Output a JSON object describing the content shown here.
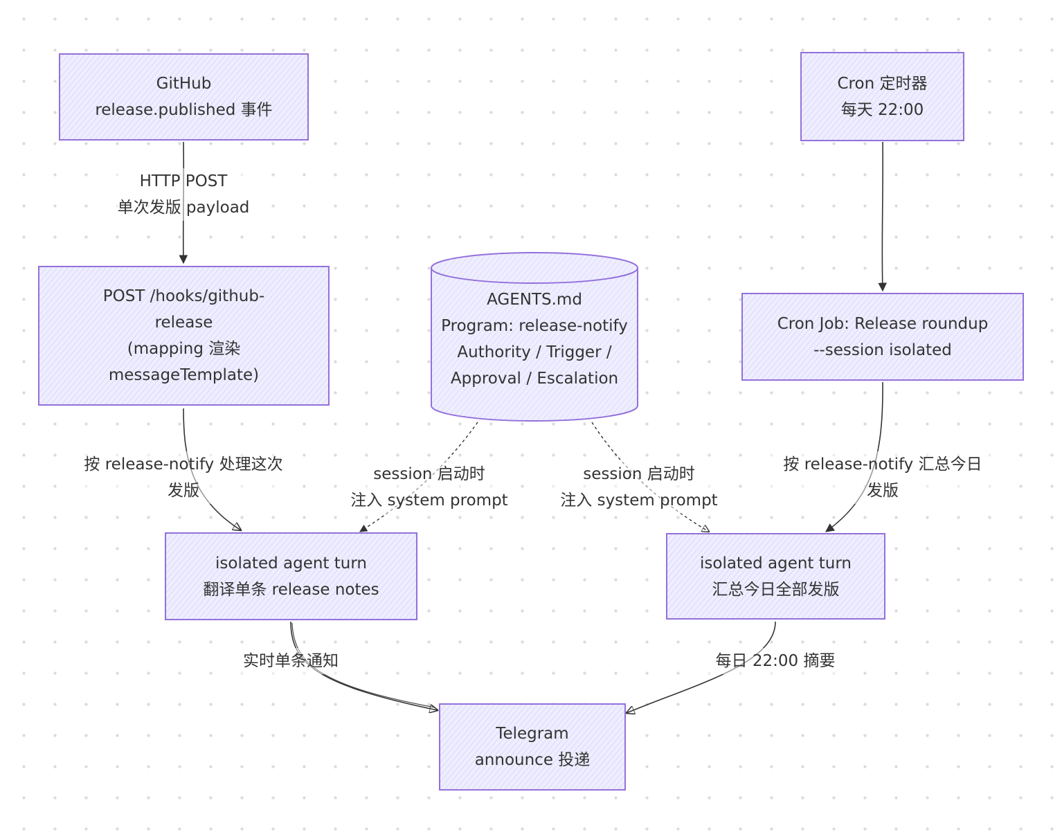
{
  "nodes": {
    "github": {
      "lines": [
        "GitHub",
        "release.published 事件"
      ]
    },
    "cron": {
      "lines": [
        "Cron 定时器",
        "每天 22:00"
      ]
    },
    "hook": {
      "lines": [
        "POST /hooks/github-",
        "release",
        "(mapping 渲染",
        "messageTemplate)"
      ]
    },
    "agents": {
      "lines": [
        "AGENTS.md",
        "Program: release-notify",
        "Authority / Trigger /",
        "Approval / Escalation"
      ]
    },
    "cronjob": {
      "lines": [
        "Cron Job: Release roundup",
        "--session isolated"
      ]
    },
    "turn_single": {
      "lines": [
        "isolated agent turn",
        "翻译单条 release notes"
      ]
    },
    "turn_summary": {
      "lines": [
        "isolated agent turn",
        "汇总今日全部发版"
      ]
    },
    "telegram": {
      "lines": [
        "Telegram",
        "announce 投递"
      ]
    }
  },
  "edge_labels": {
    "http_post": {
      "lines": [
        "HTTP POST",
        "单次发版 payload"
      ]
    },
    "handle_release": {
      "lines": [
        "按 release-notify 处理这次",
        "发版"
      ]
    },
    "inject_left": {
      "lines": [
        "session 启动时",
        "注入 system prompt"
      ]
    },
    "inject_right": {
      "lines": [
        "session 启动时",
        "注入 system prompt"
      ]
    },
    "summarize_release": {
      "lines": [
        "按 release-notify 汇总今日",
        "发版"
      ]
    },
    "realtime": {
      "lines": [
        "实时单条通知"
      ]
    },
    "daily": {
      "lines": [
        "每日 22:00 摘要"
      ]
    }
  },
  "colors": {
    "node_fill": "#eeeeff",
    "node_stroke": "#9370db",
    "edge": "#333333",
    "text": "#333333"
  }
}
